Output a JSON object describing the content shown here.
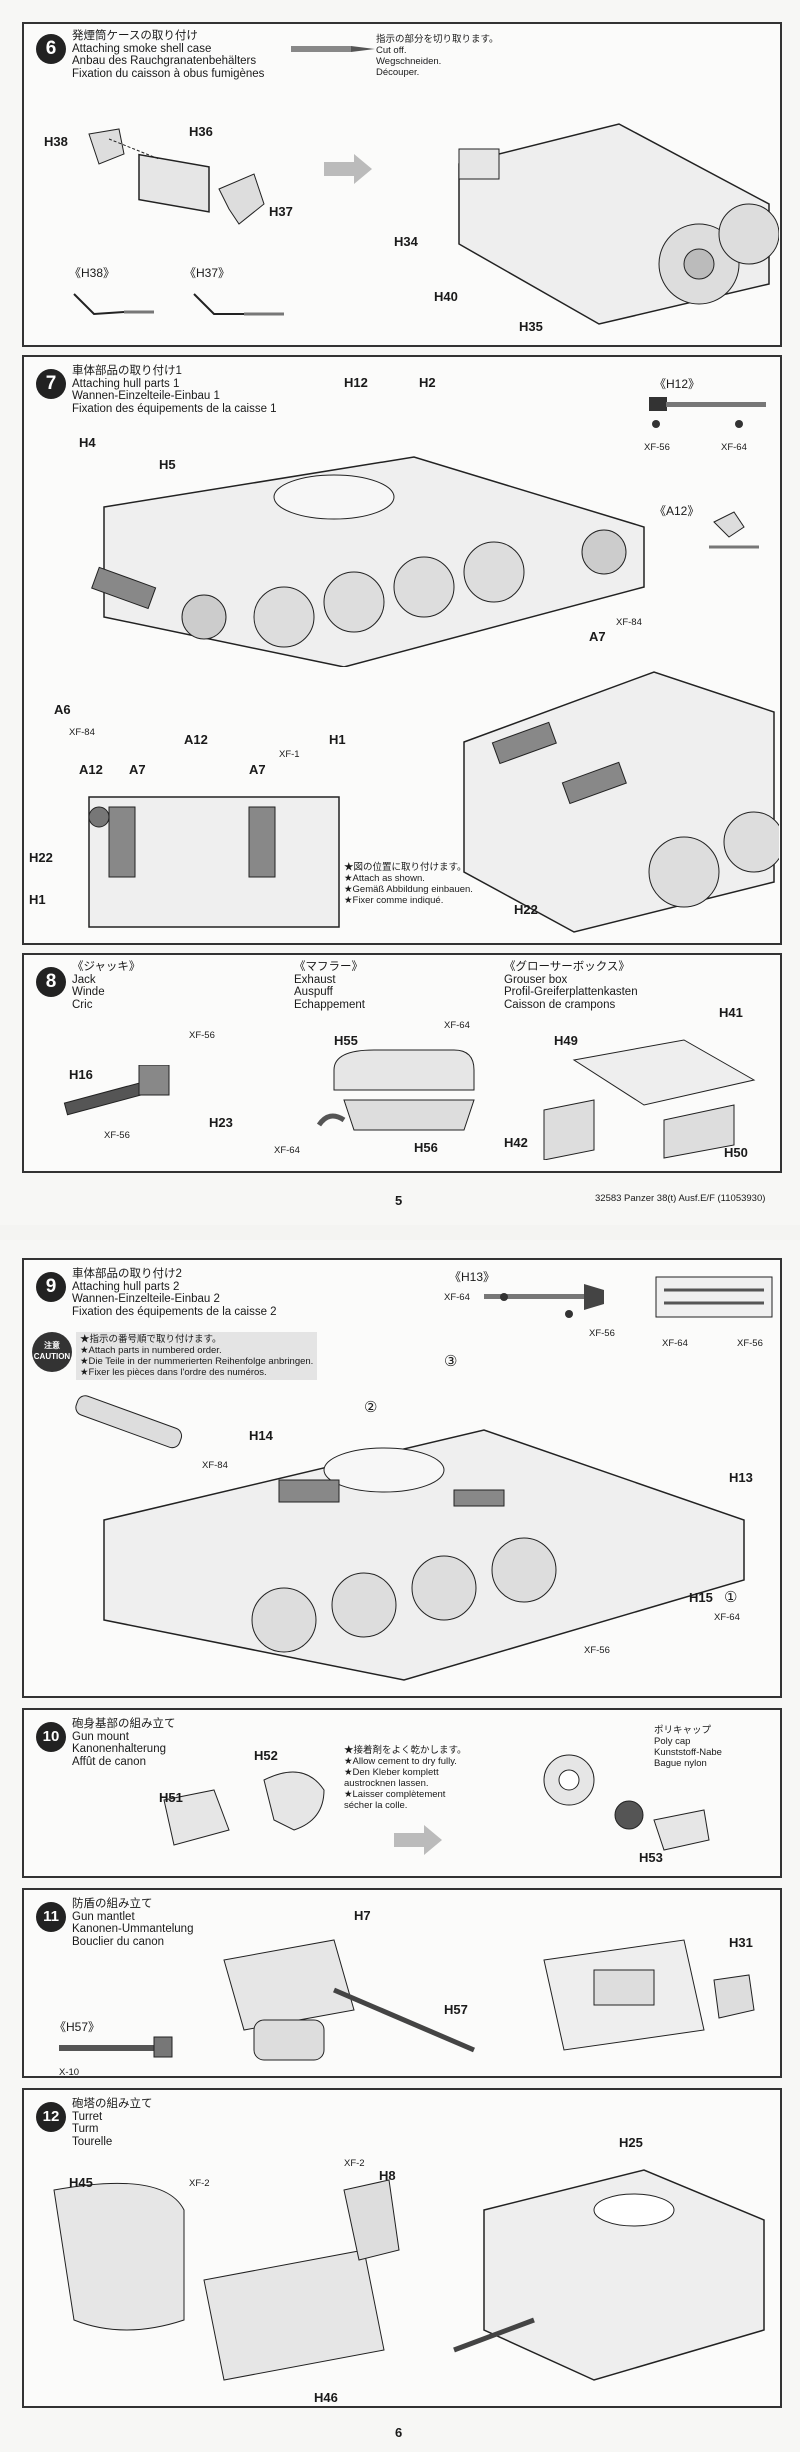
{
  "page5": {
    "number": "5",
    "footer": "32583 Panzer 38(t) Ausf.E/F (11053930)",
    "step6": {
      "num": "6",
      "title": [
        "発煙筒ケースの取り付け",
        "Attaching smoke shell case",
        "Anbau des Rauchgranatenbehälters",
        "Fixation du caisson à obus fumigènes"
      ],
      "cut_note": [
        "指示の部分を切り取ります。",
        "Cut off.",
        "Wegschneiden.",
        "Découper."
      ],
      "labels": {
        "h38": "H38",
        "h36": "H36",
        "h37": "H37",
        "h34": "H34",
        "h40": "H40",
        "h35": "H35",
        "h38s": "《H38》",
        "h37s": "《H37》"
      }
    },
    "step7": {
      "num": "7",
      "title": [
        "車体部品の取り付け1",
        "Attaching hull parts 1",
        "Wannen-Einzelteile-Einbau 1",
        "Fixation des équipements de la caisse 1"
      ],
      "labels": {
        "h12": "H12",
        "h2": "H2",
        "h4": "H4",
        "h5": "H5",
        "a6": "A6",
        "a12": "A12",
        "h1": "H1",
        "a7": "A7",
        "h22": "H22",
        "h12s": "《H12》",
        "a12s": "《A12》",
        "a12b": "A12",
        "a7b": "A7",
        "a7c": "A7",
        "h22b": "H22",
        "h1b": "H1"
      },
      "paints": {
        "xf56": "XF-56",
        "xf64": "XF-64",
        "xf84": "XF-84",
        "xf1": "XF-1",
        "xf84b": "XF-84"
      },
      "note": [
        "★図の位置に取り付けます。",
        "★Attach as shown.",
        "★Gemäß Abbildung einbauen.",
        "★Fixer comme indiqué."
      ]
    },
    "step8": {
      "num": "8",
      "col1": [
        "《ジャッキ》",
        "Jack",
        "Winde",
        "Cric"
      ],
      "col2": [
        "《マフラー》",
        "Exhaust",
        "Auspuff",
        "Echappement"
      ],
      "col3": [
        "《グローサーボックス》",
        "Grouser box",
        "Profil-Greiferplattenkasten",
        "Caisson de crampons"
      ],
      "labels": {
        "h16": "H16",
        "h23": "H23",
        "h55": "H55",
        "h56": "H56",
        "h49": "H49",
        "h41": "H41",
        "h42": "H42",
        "h50": "H50"
      },
      "paints": {
        "xf56a": "XF-56",
        "xf56b": "XF-56",
        "xf64a": "XF-64",
        "xf64b": "XF-64"
      }
    }
  },
  "page6": {
    "number": "6",
    "step9": {
      "num": "9",
      "title": [
        "車体部品の取り付け2",
        "Attaching hull parts 2",
        "Wannen-Einzelteile-Einbau 2",
        "Fixation des équipements de la caisse 2"
      ],
      "caution": [
        "注意",
        "CAUTION"
      ],
      "note": [
        "★指示の番号順で取り付けます。",
        "★Attach parts in numbered order.",
        "★Die Teile in der nummerierten Reihenfolge anbringen.",
        "★Fixer les pièces dans l'ordre des numéros."
      ],
      "labels": {
        "h13s": "《H13》",
        "h14": "H14",
        "h13": "H13",
        "h15": "H15",
        "n1": "①",
        "n2": "②",
        "n3": "③"
      },
      "paints": {
        "xf64a": "XF-64",
        "xf56a": "XF-56",
        "xf64b": "XF-64",
        "xf56b": "XF-56",
        "xf84": "XF-84",
        "xf64c": "XF-64",
        "xf56c": "XF-56"
      }
    },
    "step10": {
      "num": "10",
      "title": [
        "砲身基部の組み立て",
        "Gun mount",
        "Kanonenhalterung",
        "Affût de canon"
      ],
      "note": [
        "★接着剤をよく乾かします。",
        "★Allow cement to dry fully.",
        "★Den Kleber komplett",
        "austrocknen lassen.",
        "★Laisser complètement",
        "sécher la colle."
      ],
      "polycap": [
        "ポリキャップ",
        "Poly cap",
        "Kunststoff-Nabe",
        "Bague nylon"
      ],
      "labels": {
        "h52": "H52",
        "h51": "H51",
        "h53": "H53"
      }
    },
    "step11": {
      "num": "11",
      "title": [
        "防盾の組み立て",
        "Gun mantlet",
        "Kanonen-Ummantelung",
        "Bouclier du canon"
      ],
      "labels": {
        "h7": "H7",
        "h57": "H57",
        "h31": "H31",
        "h57s": "《H57》",
        "x10": "X-10"
      }
    },
    "step12": {
      "num": "12",
      "title": [
        "砲塔の組み立て",
        "Turret",
        "Turm",
        "Tourelle"
      ],
      "labels": {
        "h45": "H45",
        "h8": "H8",
        "h46": "H46",
        "h25": "H25"
      },
      "paints": {
        "xf2a": "XF-2",
        "xf2b": "XF-2"
      }
    }
  },
  "colors": {
    "ink": "#1a1a1a",
    "panel_border": "#333333",
    "paper": "#f7f7f5"
  }
}
